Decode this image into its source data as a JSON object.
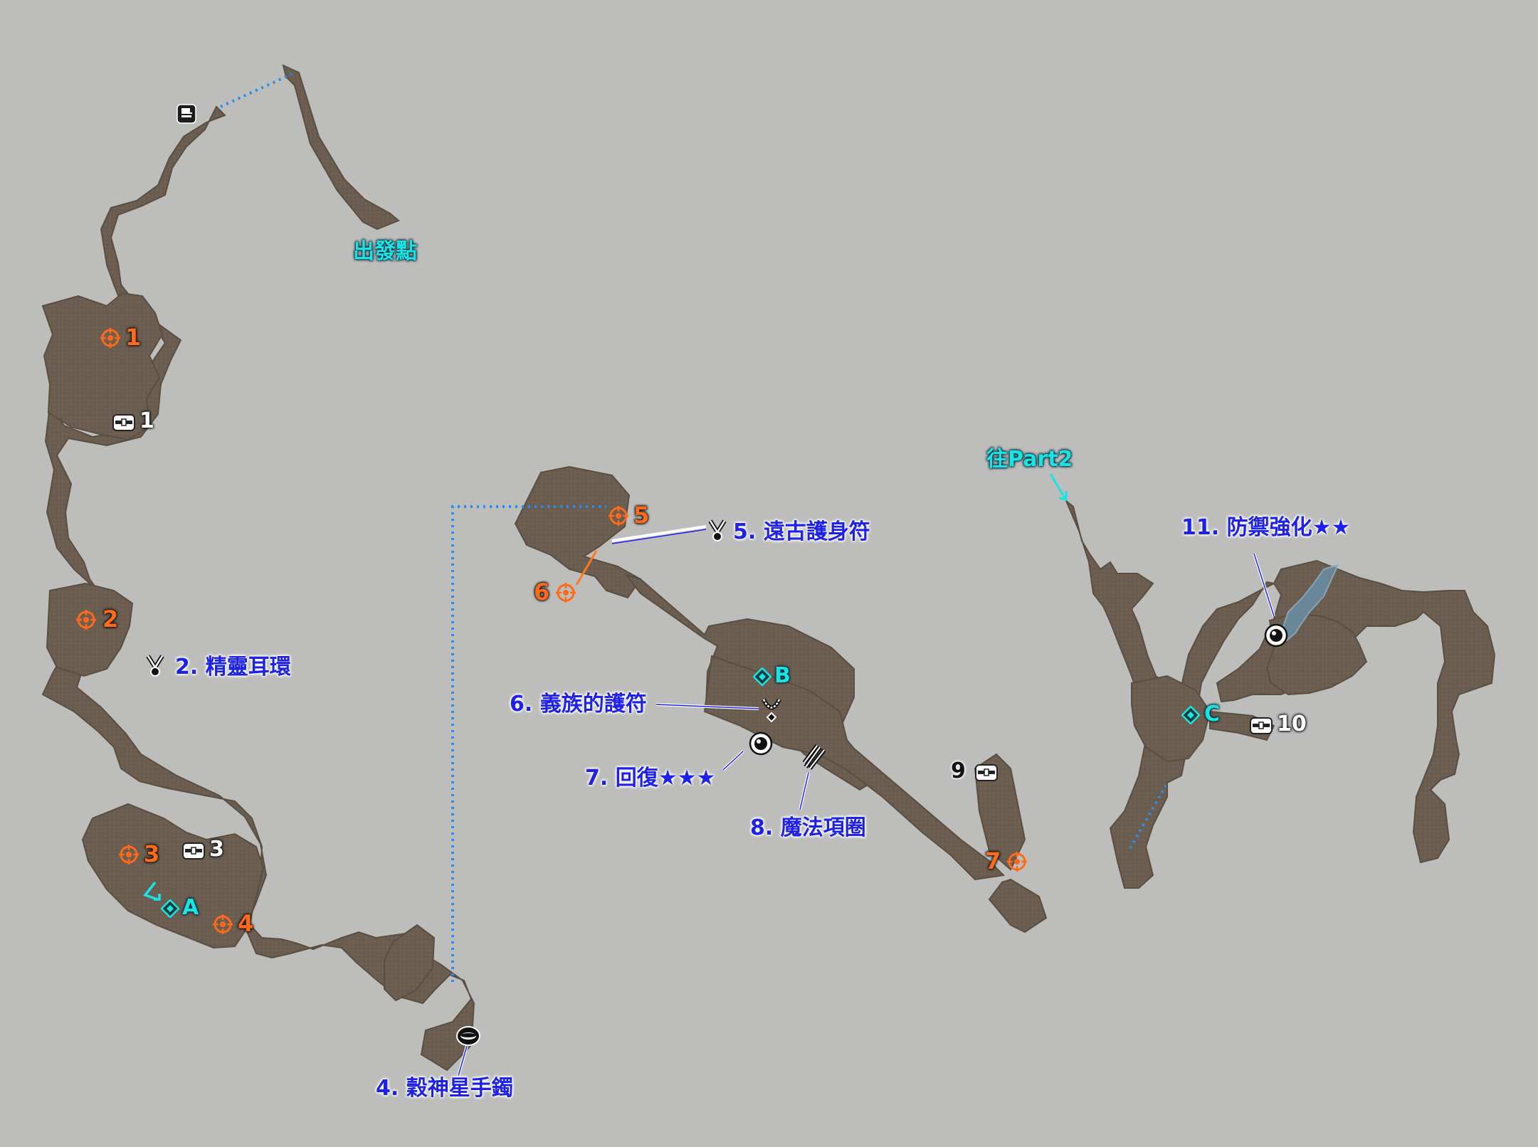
{
  "map": {
    "start_label": "出發點",
    "exit_label": "往Part2",
    "colors": {
      "background": "#bdbebc",
      "terrain": "#6b5e51",
      "route_line": "#2a8fe8",
      "blue_label": "#1f22e6",
      "cyan_label": "#19e3e3",
      "enemy_orange": "#ff6a1a"
    }
  },
  "enemies": [
    {
      "number": "1",
      "icon": "target-icon"
    },
    {
      "number": "2",
      "icon": "target-icon"
    },
    {
      "number": "3",
      "icon": "target-icon"
    },
    {
      "number": "4",
      "icon": "target-icon"
    },
    {
      "number": "5",
      "icon": "target-icon"
    },
    {
      "number": "6",
      "icon": "target-icon"
    },
    {
      "number": "7",
      "icon": "target-icon"
    }
  ],
  "chests": [
    {
      "number": "1",
      "icon": "chest-icon"
    },
    {
      "number": "3",
      "icon": "chest-icon"
    },
    {
      "number": "9",
      "icon": "chest-icon"
    },
    {
      "number": "10",
      "icon": "chest-icon"
    }
  ],
  "switches": [
    {
      "letter": "A",
      "icon": "diamond-switch-icon"
    },
    {
      "letter": "B",
      "icon": "diamond-switch-icon"
    },
    {
      "letter": "C",
      "icon": "diamond-switch-icon"
    }
  ],
  "items": [
    {
      "label": "2. 精靈耳環",
      "icon": "accessory-icon"
    },
    {
      "label": "4. 穀神星手鐲",
      "icon": "bracelet-icon"
    },
    {
      "label": "5. 遠古護身符",
      "icon": "accessory-icon"
    },
    {
      "label": "6. 義族的護符",
      "icon": "necklace-icon"
    },
    {
      "label": "7. 回復★★★",
      "icon": "materia-icon"
    },
    {
      "label": "8. 魔法項圈",
      "icon": "collar-icon"
    },
    {
      "label": "11. 防禦強化★★",
      "icon": "materia-icon"
    }
  ],
  "misc_icons": {
    "save_point": "vending-terminal-icon",
    "ladder_arrow": "turn-arrow-icon",
    "exit_arrow": "exit-arrow-icon"
  }
}
